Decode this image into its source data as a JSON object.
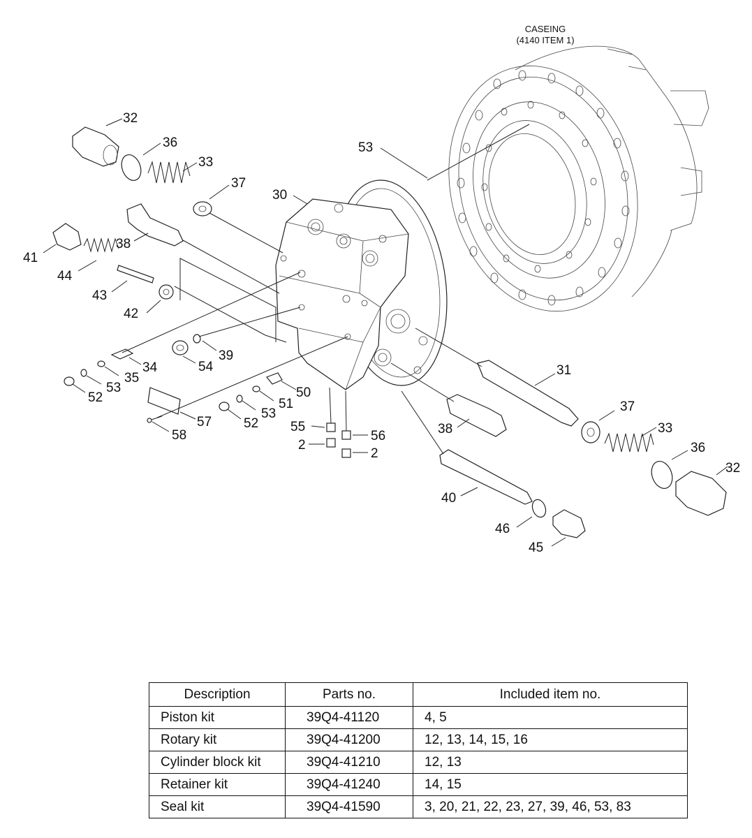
{
  "casing_label": {
    "line1": "CASEING",
    "line2": "(4140 ITEM 1)"
  },
  "callouts": {
    "c32a": "32",
    "c36a": "36",
    "c33a": "33",
    "c37a": "37",
    "c53a": "53",
    "c30": "30",
    "c38a": "38",
    "c41": "41",
    "c44": "44",
    "c43": "43",
    "c42": "42",
    "c39": "39",
    "c54": "54",
    "c34": "34",
    "c35": "35",
    "c53b": "53",
    "c52a": "52",
    "c50": "50",
    "c51": "51",
    "c53c": "53",
    "c52b": "52",
    "c57": "57",
    "c58": "58",
    "c55": "55",
    "c56": "56",
    "c2a": "2",
    "c2b": "2",
    "c31": "31",
    "c38b": "38",
    "c37b": "37",
    "c33b": "33",
    "c36b": "36",
    "c32b": "32",
    "c40": "40",
    "c46": "46",
    "c45": "45"
  },
  "kits_table": {
    "headers": [
      "Description",
      "Parts no.",
      "Included item no."
    ],
    "rows": [
      {
        "description": "Piston kit",
        "parts_no": "39Q4-41120",
        "included": "4, 5"
      },
      {
        "description": "Rotary kit",
        "parts_no": "39Q4-41200",
        "included": "12, 13, 14, 15, 16"
      },
      {
        "description": "Cylinder block kit",
        "parts_no": "39Q4-41210",
        "included": "12, 13"
      },
      {
        "description": "Retainer kit",
        "parts_no": "39Q4-41240",
        "included": "14, 15"
      },
      {
        "description": "Seal kit",
        "parts_no": "39Q4-41590",
        "included": "3, 20, 21, 22, 23, 27, 39, 46, 53, 83"
      }
    ]
  }
}
